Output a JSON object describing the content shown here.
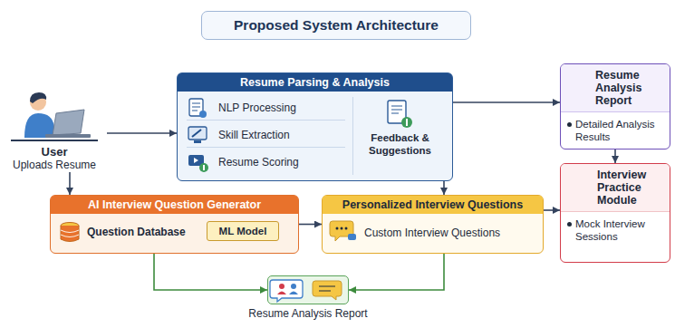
{
  "diagram": {
    "title": "Proposed System Architecture",
    "nodes": [
      {
        "text": [
          "User",
          "Uploads Resume"
        ]
      },
      {
        "text": [
          "Resume Parsing & Analysis"
        ]
      },
      {
        "text": [
          "NLP Processing"
        ],
        "in": 1
      },
      {
        "text": [
          "Skill Extraction"
        ],
        "in": 1
      },
      {
        "text": [
          "Resume Scoring"
        ],
        "in": 1
      },
      {
        "text": [
          "Feedback & Suggestions"
        ],
        "in": 1
      },
      {
        "text": [
          "Resume Analysis Report",
          "Detailed Analysis Results"
        ]
      },
      {
        "text": [
          "AI Interview Question Generator"
        ]
      },
      {
        "text": [
          "Question Database"
        ],
        "in": 7
      },
      {
        "text": [
          "ML Model"
        ],
        "in": 7
      },
      {
        "text": [
          "Personalized Interview Questions",
          "Custom Interview Questions"
        ]
      },
      {
        "text": [
          "Interview Practice Module",
          "Mock Interview Sessions"
        ]
      },
      {
        "text": [
          "Resume Analysis Report"
        ]
      }
    ],
    "edges": [
      {
        "from": 0,
        "to": 1,
        "arrow": "to"
      },
      {
        "from": 0,
        "to": 7,
        "arrow": "to"
      },
      {
        "from": 1,
        "to": 6,
        "arrow": "to"
      },
      {
        "from": 1,
        "to": 10,
        "arrow": "to"
      },
      {
        "from": 7,
        "to": 10,
        "arrow": "to"
      },
      {
        "from": 10,
        "to": 11,
        "arrow": "to"
      },
      {
        "from": 6,
        "to": 11,
        "arrow": "to"
      },
      {
        "from": 7,
        "to": 12,
        "arrow": "to"
      },
      {
        "from": 10,
        "to": 12,
        "arrow": "to"
      }
    ]
  }
}
